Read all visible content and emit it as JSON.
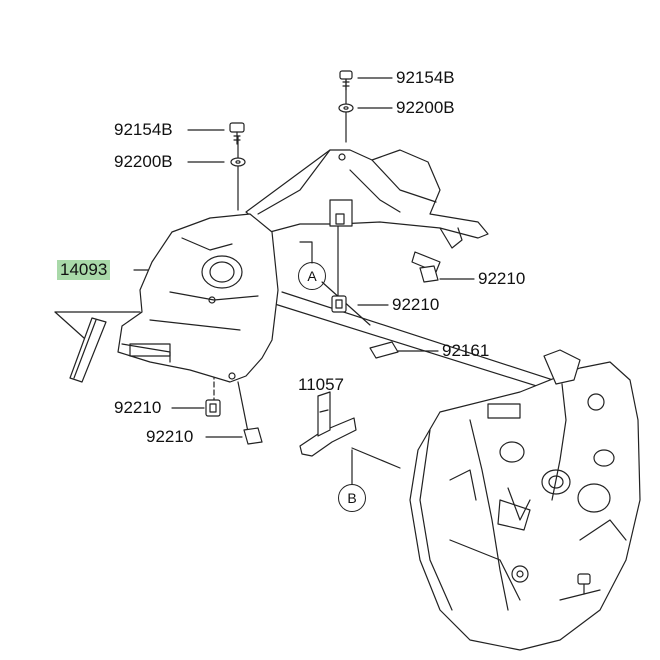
{
  "parts": {
    "bolt_top": "92154B",
    "washer_top": "92200B",
    "bolt_left": "92154B",
    "washer_left": "92200B",
    "cover": "14093",
    "nut_right_upper": "92210",
    "nut_right_lower": "92210",
    "pad": "92161",
    "bracket": "11057",
    "nut_bottom_1": "92210",
    "nut_bottom_2": "92210"
  },
  "refs": {
    "a": "A",
    "b": "B"
  },
  "colors": {
    "highlight": "#a9d9a9",
    "line": "#222222"
  }
}
